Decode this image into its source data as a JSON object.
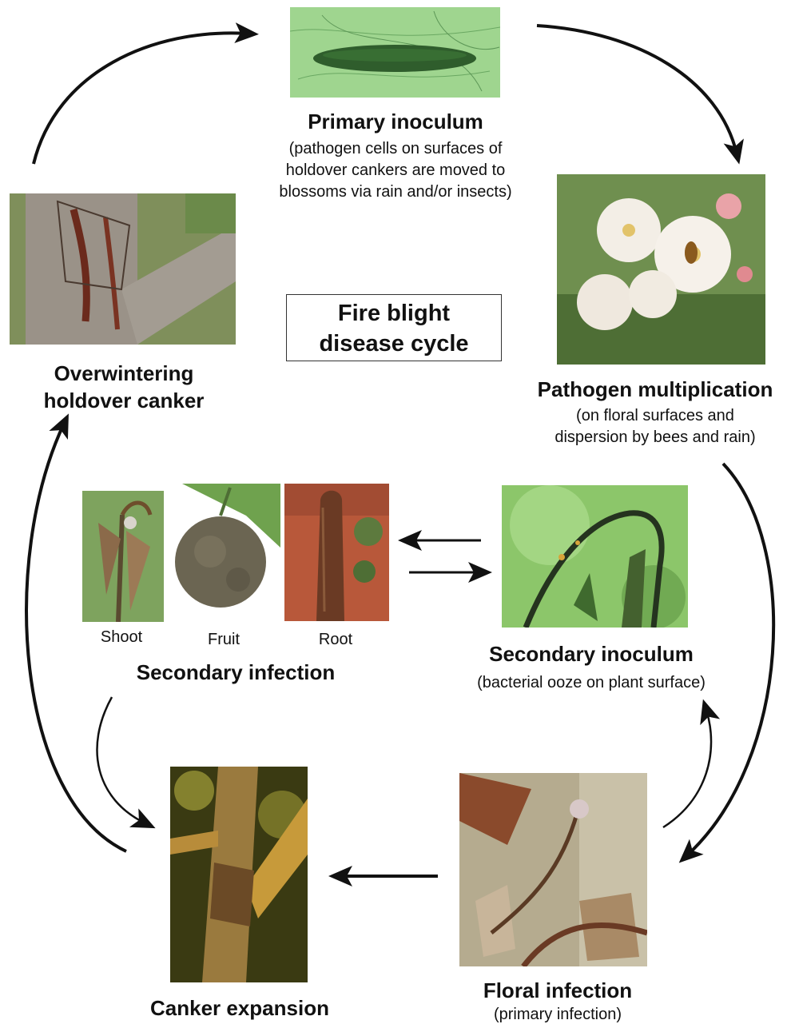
{
  "center_title": {
    "line1": "Fire blight",
    "line2": "disease cycle"
  },
  "stages": {
    "primary_inoculum": {
      "title": "Primary inoculum",
      "line1": "(pathogen cells on surfaces of",
      "line2": "holdover cankers are moved to",
      "line3": "blossoms via rain and/or insects)"
    },
    "pathogen_multiplication": {
      "title": "Pathogen multiplication",
      "line1": "(on floral surfaces and",
      "line2": "dispersion by bees and rain)"
    },
    "overwintering": {
      "line1": "Overwintering",
      "line2": "holdover canker"
    },
    "secondary_infection": {
      "title": "Secondary infection",
      "labels": {
        "shoot": "Shoot",
        "fruit": "Fruit",
        "root": "Root"
      }
    },
    "secondary_inoculum": {
      "title": "Secondary inoculum",
      "subtitle": "(bacterial ooze on plant surface)"
    },
    "canker_expansion": {
      "title": "Canker expansion"
    },
    "floral_infection": {
      "title": "Floral infection",
      "subtitle": "(primary infection)"
    }
  }
}
